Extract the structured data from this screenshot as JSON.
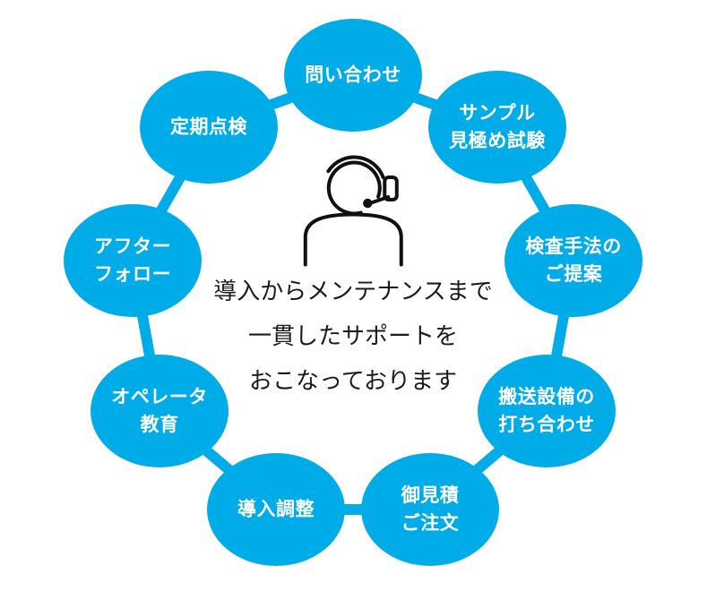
{
  "diagram": {
    "title_hint": "support-cycle-diagram",
    "center": {
      "icon": "headset-operator-icon",
      "message": "導入からメンテナンスまで\n一貫したサポートを\nおこなっております"
    },
    "steps": [
      {
        "label": "問い合わせ"
      },
      {
        "label": "サンプル\n見極め試験"
      },
      {
        "label": "検査手法の\nご提案"
      },
      {
        "label": "搬送設備の\n打ち合わせ"
      },
      {
        "label": "御見積\nご注文"
      },
      {
        "label": "導入調整"
      },
      {
        "label": "オペレータ\n教育"
      },
      {
        "label": "アフター\nフォロー"
      },
      {
        "label": "定期点検"
      }
    ],
    "colors": {
      "circle": "#00ACE8",
      "label_text": "#FFFFFF",
      "center_text": "#1B1B1B",
      "icon_stroke": "#111111"
    }
  }
}
